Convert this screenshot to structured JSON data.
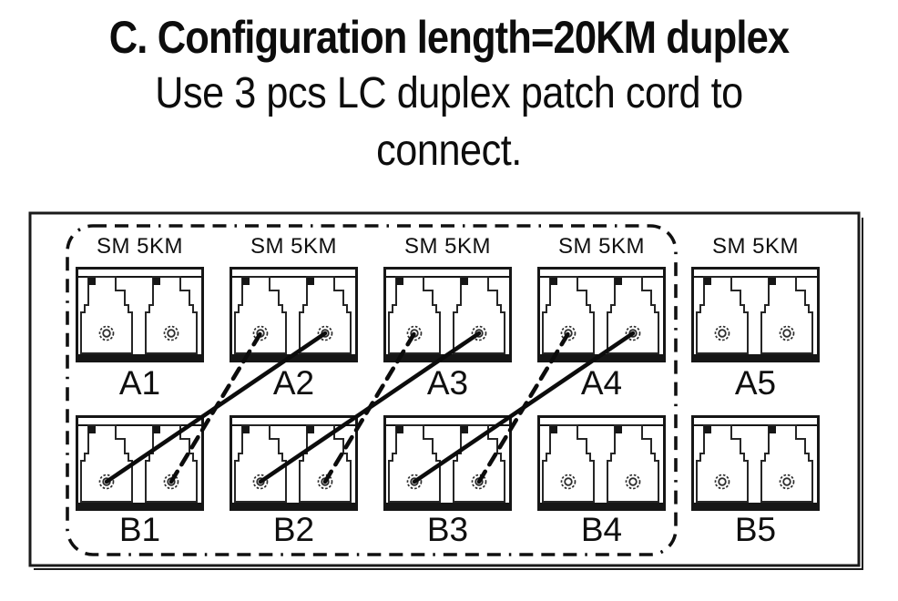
{
  "figure": {
    "title": "C. Configuration length=20KM duplex",
    "subtitle_line1": "Use 3 pcs LC duplex patch cord to",
    "subtitle_line2": "connect."
  },
  "diagram": {
    "columns": [
      {
        "speed_label": "SM 5KM",
        "top_port": "A1",
        "bottom_port": "B1"
      },
      {
        "speed_label": "SM 5KM",
        "top_port": "A2",
        "bottom_port": "B2"
      },
      {
        "speed_label": "SM 5KM",
        "top_port": "A3",
        "bottom_port": "B3"
      },
      {
        "speed_label": "SM 5KM",
        "top_port": "A4",
        "bottom_port": "B4"
      },
      {
        "speed_label": "SM 5KM",
        "top_port": "A5",
        "bottom_port": "B5"
      }
    ],
    "boundary_encloses": [
      "A1",
      "A2",
      "A3",
      "A4",
      "B1",
      "B2",
      "B3",
      "B4"
    ],
    "patch_cords": [
      {
        "cord": 1,
        "from_port": "B1",
        "to_port": "A2",
        "fibers": [
          {
            "style": "solid",
            "from": "B1 left ferrule",
            "to": "A2 right ferrule"
          },
          {
            "style": "dashed",
            "from": "B1 right ferrule",
            "to": "A2 left ferrule"
          }
        ]
      },
      {
        "cord": 2,
        "from_port": "B2",
        "to_port": "A3",
        "fibers": [
          {
            "style": "solid",
            "from": "B2 left ferrule",
            "to": "A3 right ferrule"
          },
          {
            "style": "dashed",
            "from": "B2 right ferrule",
            "to": "A3 left ferrule"
          }
        ]
      },
      {
        "cord": 3,
        "from_port": "B3",
        "to_port": "A4",
        "fibers": [
          {
            "style": "solid",
            "from": "B3 left ferrule",
            "to": "A4 right ferrule"
          },
          {
            "style": "dashed",
            "from": "B3 right ferrule",
            "to": "A4 left ferrule"
          }
        ]
      }
    ],
    "colors": {
      "ink": "#141414",
      "background": "#ffffff"
    }
  }
}
